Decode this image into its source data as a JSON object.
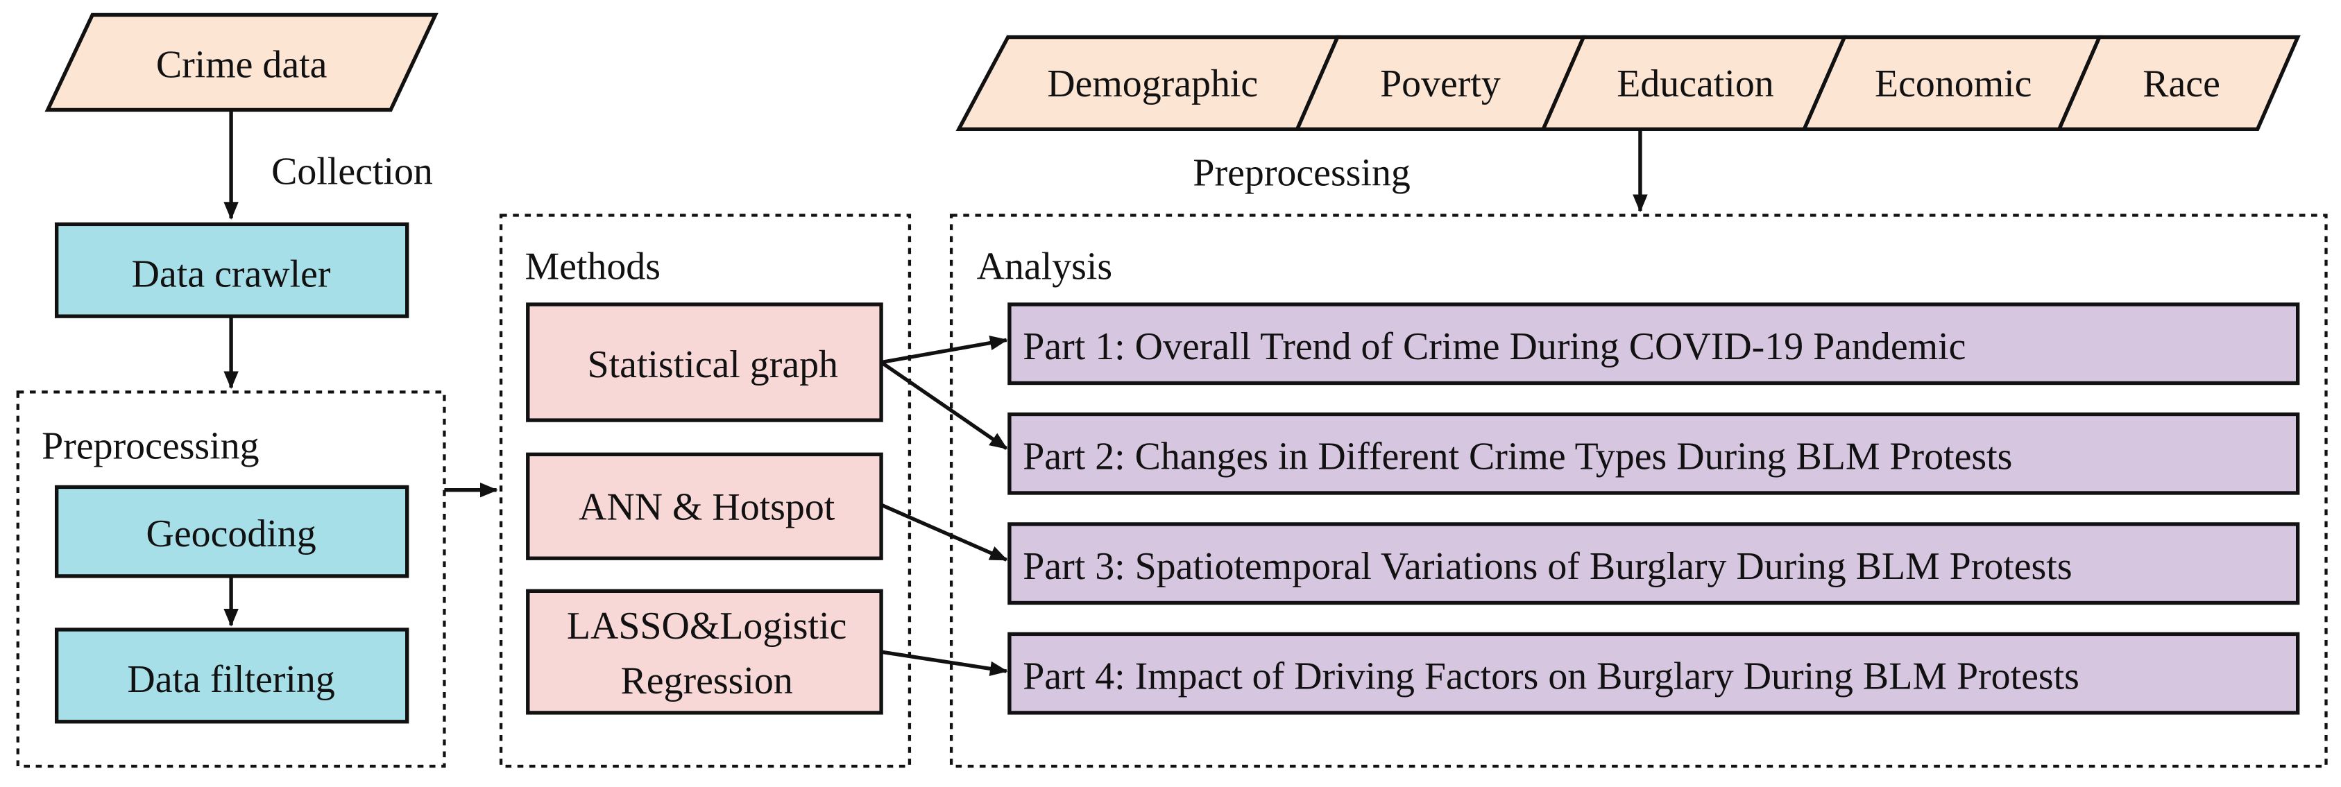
{
  "inputs": {
    "crime_data": "Crime data",
    "collection_label": "Collection",
    "data_crawler": "Data crawler"
  },
  "preprocessing_panel": {
    "title": "Preprocessing",
    "steps": [
      "Geocoding",
      "Data filtering"
    ]
  },
  "methods_panel": {
    "title": "Methods",
    "items": [
      "Statistical graph",
      "ANN & Hotspot",
      "LASSO&Logistic",
      "Regression"
    ]
  },
  "factors": {
    "items": [
      "Demographic",
      "Poverty",
      "Education",
      "Economic",
      "Race"
    ],
    "preprocessing_label": "Preprocessing"
  },
  "analysis_panel": {
    "title": "Analysis",
    "parts": [
      "Part 1: Overall Trend of Crime During COVID-19 Pandemic",
      "Part 2: Changes in Different Crime Types During BLM Protests",
      "Part 3: Spatiotemporal Variations of Burglary During BLM Protests",
      "Part 4: Impact of Driving Factors on Burglary During BLM Protests"
    ]
  },
  "colors": {
    "input_fill": "#fde5d4",
    "process_fill": "#a6dfe8",
    "method_fill": "#f8d7d7",
    "analysis_fill": "#d6c6df",
    "stroke": "#111111"
  }
}
